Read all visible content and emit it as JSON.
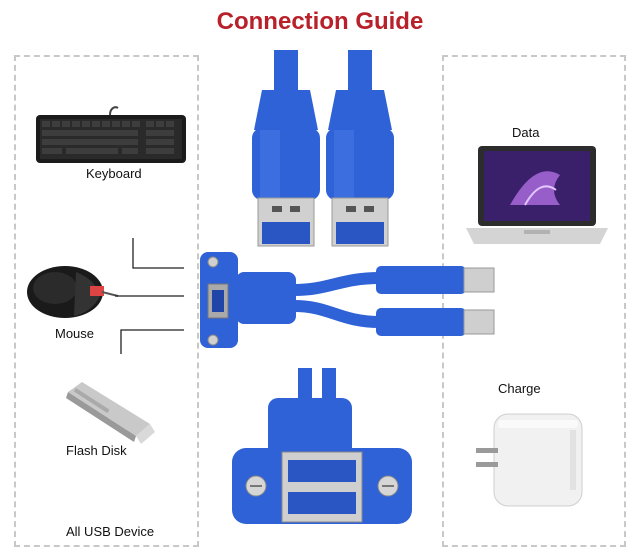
{
  "title": "Connection Guide",
  "colors": {
    "title": "#b8202a",
    "cable_blue": "#2f62d6",
    "cable_dark": "#1f45a8",
    "panel_border": "#c8c8c8"
  },
  "left_panel": {
    "items": [
      {
        "label": "Keyboard",
        "icon": "keyboard-icon"
      },
      {
        "label": "Mouse",
        "icon": "mouse-icon"
      },
      {
        "label": "Flash Disk",
        "icon": "flash-disk-icon"
      }
    ],
    "footer": "All USB Device"
  },
  "right_panel": {
    "items": [
      {
        "label": "Data",
        "icon": "laptop-icon"
      },
      {
        "label": "Charge",
        "icon": "charger-icon"
      }
    ]
  },
  "center": {
    "top_image": "usb-a-plugs",
    "middle_image": "y-splitter-cable",
    "bottom_image": "panel-mount-usb-socket"
  }
}
